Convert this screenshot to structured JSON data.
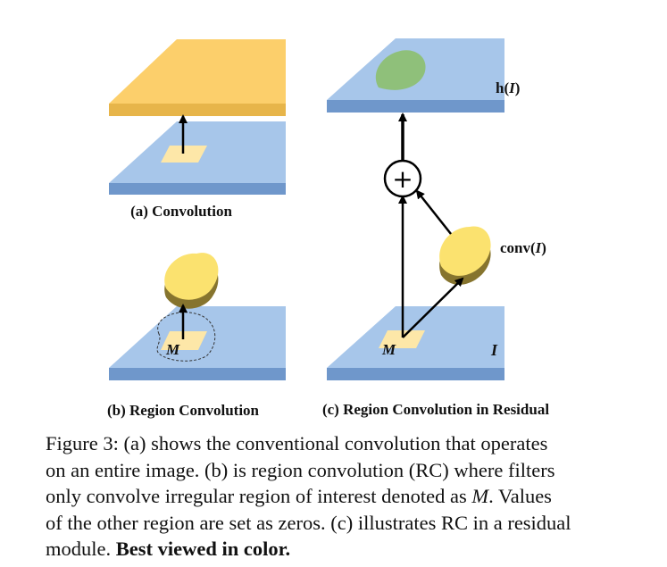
{
  "figure": {
    "labels": {
      "a": "(a) Convolution",
      "b": "(b) Region Convolution",
      "c": "(c) Region Convolution in Residual"
    },
    "math": {
      "hI_prefix": "h(",
      "hI_var": "I",
      "hI_suffix": ")",
      "conv_prefix": "conv(",
      "conv_var": "I",
      "conv_suffix": ")",
      "I": "I",
      "M_b": "M",
      "M_c": "M"
    },
    "plus_symbol": "+"
  },
  "caption": {
    "line1": "Figure 3:  (a) shows the conventional convolution that operates",
    "line2": "on an entire image.  (b) is region convolution (RC) where filters",
    "line3_pre": "only convolve irregular region of interest denoted as ",
    "line3_var": "M",
    "line3_post": ".  Values",
    "line4": "of the other region are set as zeros. (c) illustrates RC in a residual",
    "line5_pre": "module. ",
    "line5_bold": "Best viewed in color."
  },
  "colors": {
    "plate_blue_top": "#a7c6ea",
    "plate_blue_side": "#6f97cb",
    "plate_yellow_top": "#fccf6b",
    "plate_yellow_side": "#e7b54a",
    "patch": "#fde7a8",
    "blob_yellow": "#fbe26f",
    "blob_shadow": "#86742e",
    "blob_green": "#8fc07a"
  }
}
